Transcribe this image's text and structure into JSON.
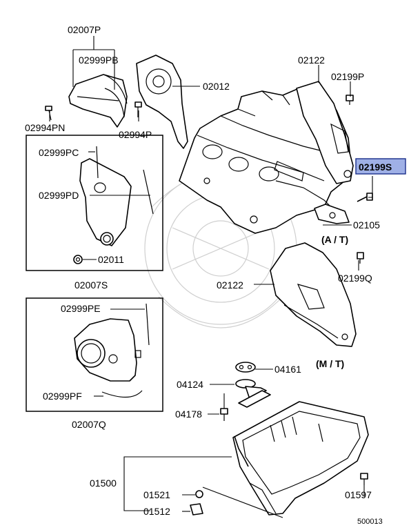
{
  "labels": {
    "p02007P": "02007P",
    "p02999PB": "02999PB",
    "p02012": "02012",
    "p02994PN": "02994PN",
    "p02994P": "02994P",
    "p02122a": "02122",
    "p02199P": "02199P",
    "p02199S": "02199S",
    "p02105": "02105",
    "at": "(A / T)",
    "p02999PC": "02999PC",
    "p02999PD": "02999PD",
    "p02011": "02011",
    "p02007S": "02007S",
    "p02122b": "02122",
    "p02199Q": "02199Q",
    "mt": "(M / T)",
    "p02999PE": "02999PE",
    "p02999PF": "02999PF",
    "p02007Q": "02007Q",
    "p04161": "04161",
    "p04124": "04124",
    "p04178": "04178",
    "p01500": "01500",
    "p01521": "01521",
    "p01512": "01512",
    "p01597": "01597",
    "code": "500013"
  },
  "highlight": {
    "part": "02199S",
    "color": "#9fb0e6"
  }
}
